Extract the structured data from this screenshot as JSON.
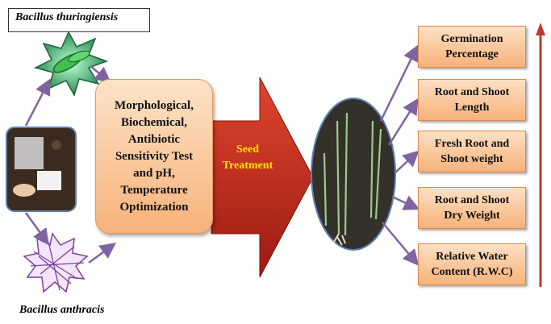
{
  "labels": {
    "top_bacterium": "Bacillus thuringiensis",
    "bottom_bacterium": "Bacillus anthracis"
  },
  "process": {
    "lines": [
      "Morphological,",
      "Biochemical,",
      "Antibiotic",
      "Sensitivity Test",
      "and pH,",
      "Temperature",
      "Optimization"
    ]
  },
  "arrow": {
    "lines": [
      "Seed",
      "Treatment"
    ]
  },
  "outputs": [
    {
      "line1": "Germination",
      "line2": "Percentage"
    },
    {
      "line1": "Root and Shoot",
      "line2": "Length"
    },
    {
      "line1": "Fresh Root and",
      "line2": "Shoot weight"
    },
    {
      "line1": "Root and Shoot",
      "line2": "Dry Weight"
    },
    {
      "line1": "Relative Water",
      "line2": "Content (R.W.C)"
    }
  ],
  "colors": {
    "arrow_purple": "#8064a2",
    "box_orange": "#f7b27a",
    "big_arrow_red": "#c0261b",
    "vertical_arrow": "#c0392b"
  }
}
